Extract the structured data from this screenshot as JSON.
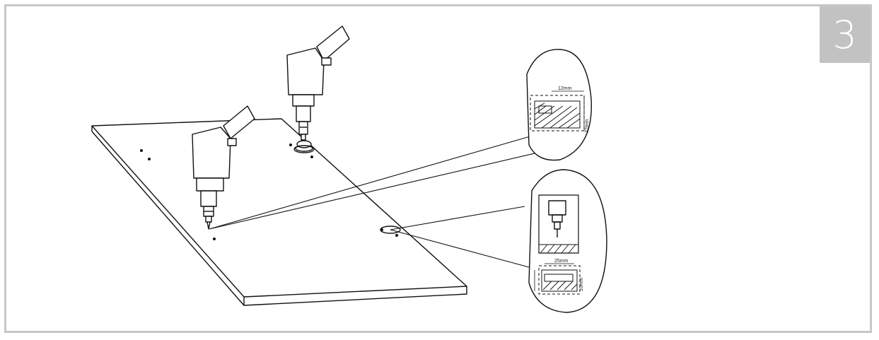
{
  "step": {
    "number": "3"
  },
  "callouts": {
    "top": {
      "dim_width": "12mm",
      "dim_depth": "32mm"
    },
    "bottom": {
      "dim_width": "25mm",
      "dim_depth": "10mm"
    }
  },
  "colors": {
    "frame": "#c7c7c7",
    "badge": "#c2c2c2",
    "line": "#111111"
  }
}
